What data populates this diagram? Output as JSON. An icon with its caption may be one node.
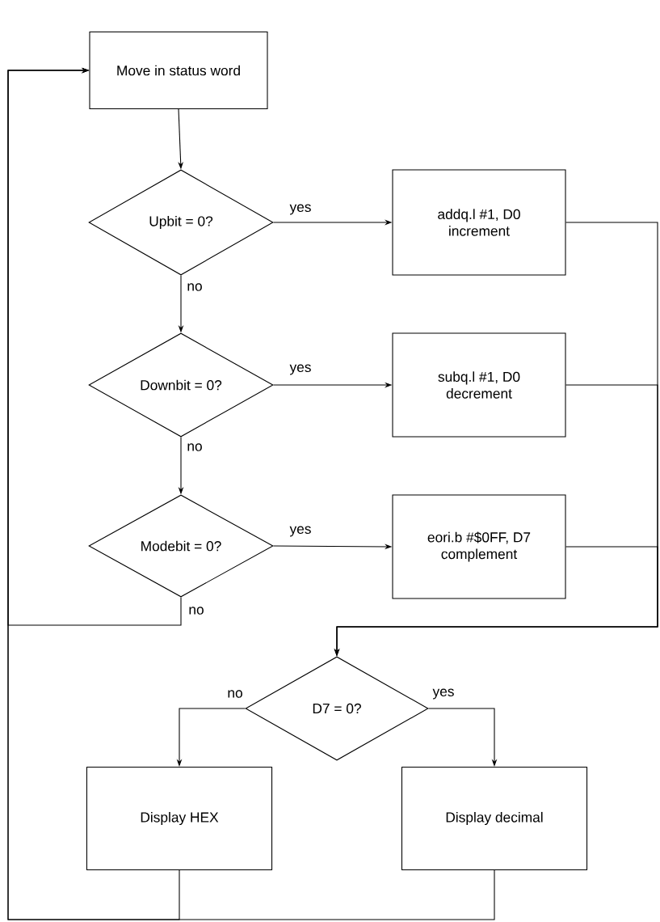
{
  "diagram": {
    "nodes": [
      {
        "text": [
          "Move in status word"
        ]
      },
      {
        "text": [
          "Upbit = 0?"
        ]
      },
      {
        "text": [
          "addq.l #1, D0",
          "increment"
        ]
      },
      {
        "text": [
          "Downbit = 0?"
        ]
      },
      {
        "text": [
          "subq.l #1, D0",
          "decrement"
        ]
      },
      {
        "text": [
          "Modebit = 0?"
        ]
      },
      {
        "text": [
          "eori.b #$0FF, D7",
          "complement"
        ]
      },
      {
        "text": [
          "D7 = 0?"
        ]
      },
      {
        "text": [
          "Display HEX"
        ]
      },
      {
        "text": [
          "Display decimal"
        ]
      }
    ],
    "edges": [
      {
        "from": 0,
        "to": 1,
        "arrow": "to"
      },
      {
        "from": 1,
        "to": 2,
        "arrow": "to",
        "label": "yes"
      },
      {
        "from": 1,
        "to": 3,
        "arrow": "to",
        "label": "no"
      },
      {
        "from": 3,
        "to": 4,
        "arrow": "to",
        "label": "yes"
      },
      {
        "from": 3,
        "to": 5,
        "arrow": "to",
        "label": "no"
      },
      {
        "from": 5,
        "to": 6,
        "arrow": "to",
        "label": "yes"
      },
      {
        "from": 5,
        "to": 0,
        "arrow": "to",
        "label": "no"
      },
      {
        "from": 2,
        "to": 7,
        "arrow": "to"
      },
      {
        "from": 4,
        "to": 7,
        "arrow": "to"
      },
      {
        "from": 6,
        "to": 7,
        "arrow": "to"
      },
      {
        "from": 7,
        "to": 8,
        "arrow": "to",
        "label": "no"
      },
      {
        "from": 7,
        "to": 9,
        "arrow": "to",
        "label": "yes"
      },
      {
        "from": 8,
        "to": 0,
        "arrow": "to"
      },
      {
        "from": 9,
        "to": 0,
        "arrow": "to"
      }
    ]
  }
}
